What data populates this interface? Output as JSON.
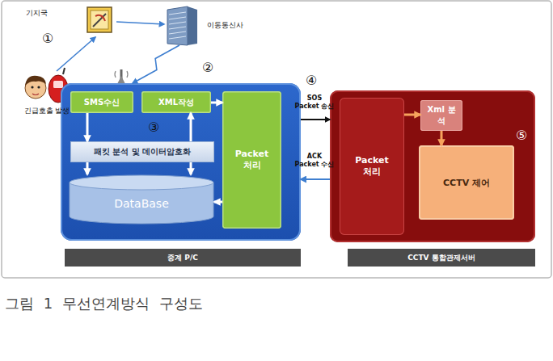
{
  "diagram": {
    "caption": "그림 1 무선연계방식 구성도",
    "nodes": [
      {
        "text": [
          "긴급호출 발생"
        ]
      },
      {
        "text": [
          "기지국"
        ]
      },
      {
        "text": [
          "이동통신사"
        ]
      },
      {
        "text": [
          "중계 P/C"
        ]
      },
      {
        "text": [
          "SMS수신"
        ],
        "in": 3
      },
      {
        "text": [
          "XML작성"
        ],
        "in": 3
      },
      {
        "text": [
          "Packet 처리"
        ],
        "in": 3
      },
      {
        "text": [
          "패킷 분석 및 데이터암호화"
        ],
        "in": 3
      },
      {
        "text": [
          "DataBase"
        ],
        "in": 3
      },
      {
        "text": [
          "CCTV 통합관제서버"
        ]
      },
      {
        "text": [
          "Packet 처리"
        ],
        "in": 9
      },
      {
        "text": [
          "Xml 분석"
        ],
        "in": 9
      },
      {
        "text": [
          "CCTV 제어"
        ],
        "in": 9
      }
    ],
    "edges": [
      {
        "from": 0,
        "to": 1,
        "arrow": "to"
      },
      {
        "from": 1,
        "to": 2,
        "arrow": "to"
      },
      {
        "from": 2,
        "to": 3,
        "arrow": "to"
      },
      {
        "from": 4,
        "to": 7,
        "arrow": "to"
      },
      {
        "from": 7,
        "to": 5,
        "arrow": "to"
      },
      {
        "from": 7,
        "to": 8,
        "arrow": "to"
      },
      {
        "from": 7,
        "to": 8,
        "arrow": "to"
      },
      {
        "from": 5,
        "to": 6,
        "arrow": "to"
      },
      {
        "from": 6,
        "to": 8,
        "arrow": "to"
      },
      {
        "from": 3,
        "to": 9,
        "label": "SOS Packet 송신",
        "arrow": "to"
      },
      {
        "from": 9,
        "to": 3,
        "label": "ACK Packet 수신",
        "arrow": "to"
      },
      {
        "from": 10,
        "to": 11,
        "arrow": "to"
      },
      {
        "from": 11,
        "to": 12,
        "arrow": "to"
      }
    ],
    "labels": [
      "①",
      "②",
      "③",
      "④",
      "⑤"
    ]
  }
}
